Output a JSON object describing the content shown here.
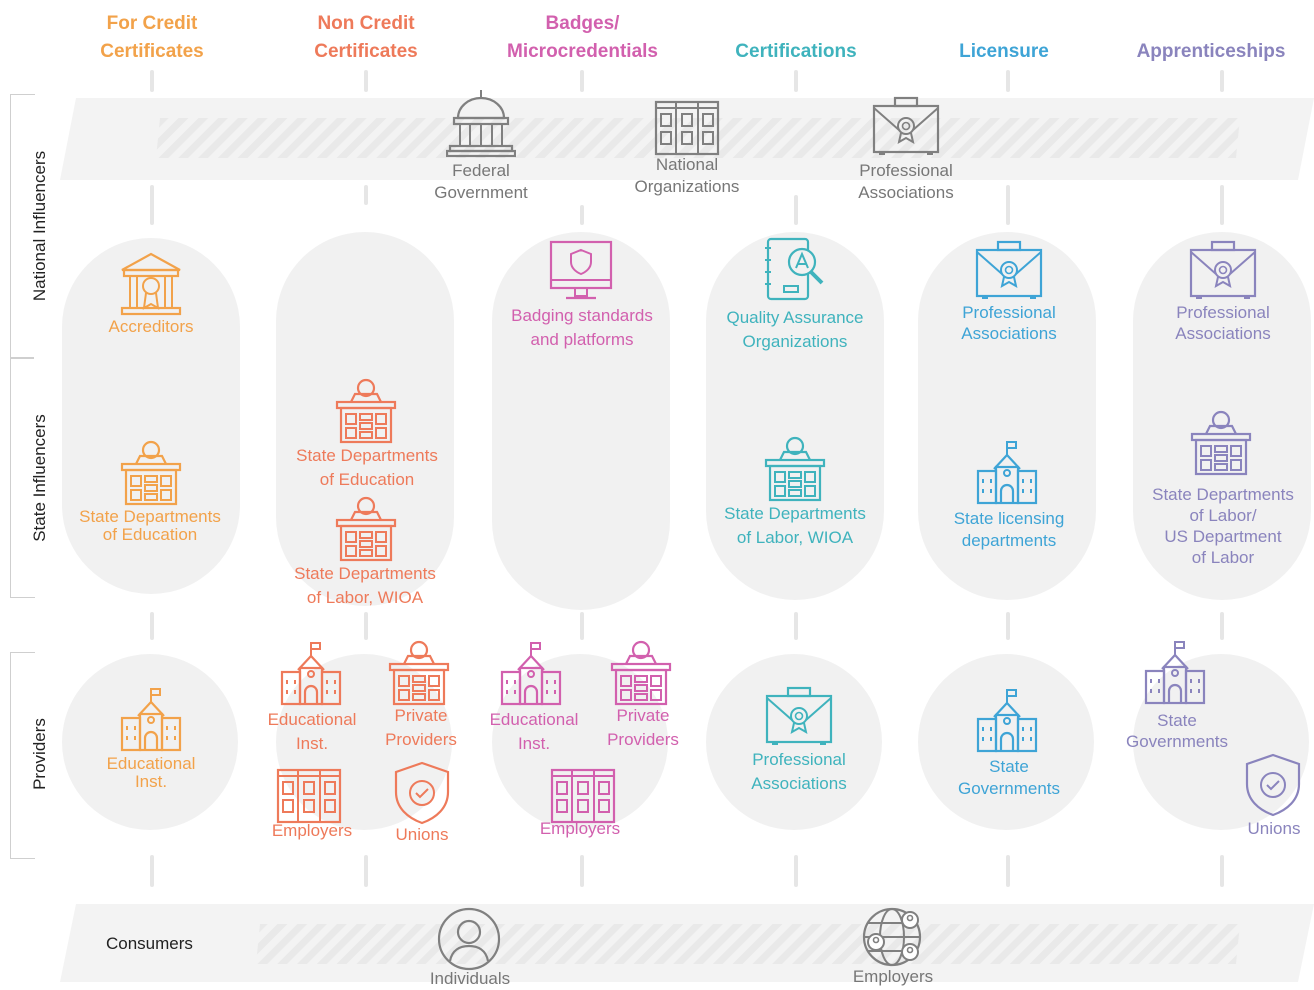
{
  "colors": {
    "for_credit": "#f2a24a",
    "non_credit": "#ee7a5a",
    "badges": "#d260ae",
    "certifications": "#3fb3bd",
    "licensure": "#3ea4d6",
    "apprenticeships": "#8a84bd",
    "national": "#808080"
  },
  "headers": {
    "for_credit": "For Credit\nCertificates",
    "non_credit": "Non Credit\nCertificates",
    "badges": "Badges/\nMicrocredentials",
    "certifications": "Certifications",
    "licensure": "Licensure",
    "apprenticeships": "Apprenticeships"
  },
  "row_labels": {
    "national": "National Influencers",
    "state": "State Influencers",
    "providers": "Providers",
    "consumers": "Consumers"
  },
  "national": {
    "federal": "Federal\nGovernment",
    "organizations": "National\nOrganizations",
    "associations": "Professional\nAssociations"
  },
  "for_credit": {
    "accreditors": "Accreditors",
    "state_ed": "State Departments\nof Education",
    "edu_inst": "Educational\nInst."
  },
  "non_credit": {
    "state_ed": "State Departments\nof Education",
    "state_labor": "State Departments\nof Labor, WIOA",
    "edu_inst": "Educational\nInst.",
    "private": "Private\nProviders",
    "employers": "Employers",
    "unions": "Unions"
  },
  "badges": {
    "standards": "Badging standards\nand platforms",
    "edu_inst": "Educational\nInst.",
    "private": "Private\nProviders",
    "employers": "Employers"
  },
  "certifications": {
    "qa": "Quality Assurance\nOrganizations",
    "state_labor": "State Departments\nof Labor, WIOA",
    "prof_assoc": "Professional\nAssociations"
  },
  "licensure": {
    "prof_assoc": "Professional\nAssociations",
    "state_licensing": "State licensing\ndepartments",
    "state_gov": "State\nGovernments"
  },
  "apprenticeships": {
    "prof_assoc": "Professional\nAssociations",
    "state_labor": "State Departments\nof Labor/\nUS Department\nof Labor",
    "state_gov": "State\nGovernments",
    "unions": "Unions"
  },
  "consumers": {
    "individuals": "Individuals",
    "employers": "Employers"
  }
}
